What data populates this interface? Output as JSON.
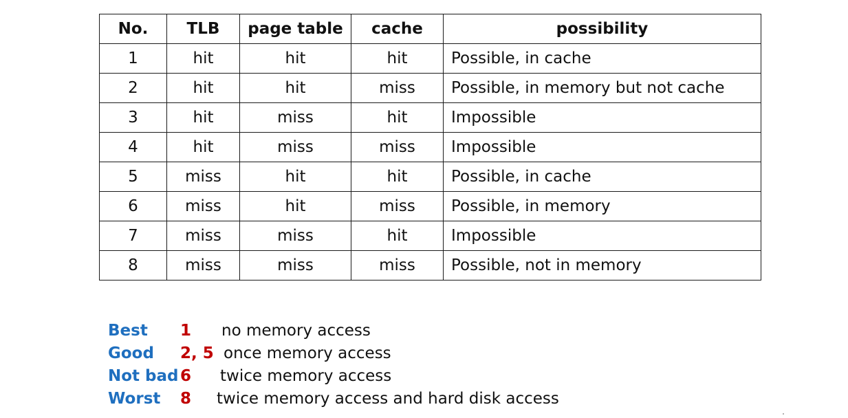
{
  "table": {
    "headers": [
      "No.",
      "TLB",
      "page table",
      "cache",
      "possibility"
    ],
    "rows": [
      [
        "1",
        "hit",
        "hit",
        "hit",
        "Possible, in cache"
      ],
      [
        "2",
        "hit",
        "hit",
        "miss",
        "Possible, in memory but not cache"
      ],
      [
        "3",
        "hit",
        "miss",
        "hit",
        "Impossible"
      ],
      [
        "4",
        "hit",
        "miss",
        "miss",
        "Impossible"
      ],
      [
        "5",
        "miss",
        "hit",
        "hit",
        "Possible, in cache"
      ],
      [
        "6",
        "miss",
        "hit",
        "miss",
        "Possible, in memory"
      ],
      [
        "7",
        "miss",
        "miss",
        "hit",
        "Impossible"
      ],
      [
        "8",
        "miss",
        "miss",
        "miss",
        "Possible, not in memory"
      ]
    ]
  },
  "summary": [
    {
      "label": "Best",
      "cases": "1",
      "description": "no memory access"
    },
    {
      "label": "Good",
      "cases": "2, 5",
      "description": "once memory access"
    },
    {
      "label": "Not bad",
      "cases": "6",
      "description": "twice memory access"
    },
    {
      "label": "Worst",
      "cases": "8",
      "description": "twice memory access and hard disk access"
    }
  ],
  "colors": {
    "label": "#1f6fbf",
    "case": "#c00000",
    "text": "#111111",
    "border": "#1a1a1a"
  }
}
